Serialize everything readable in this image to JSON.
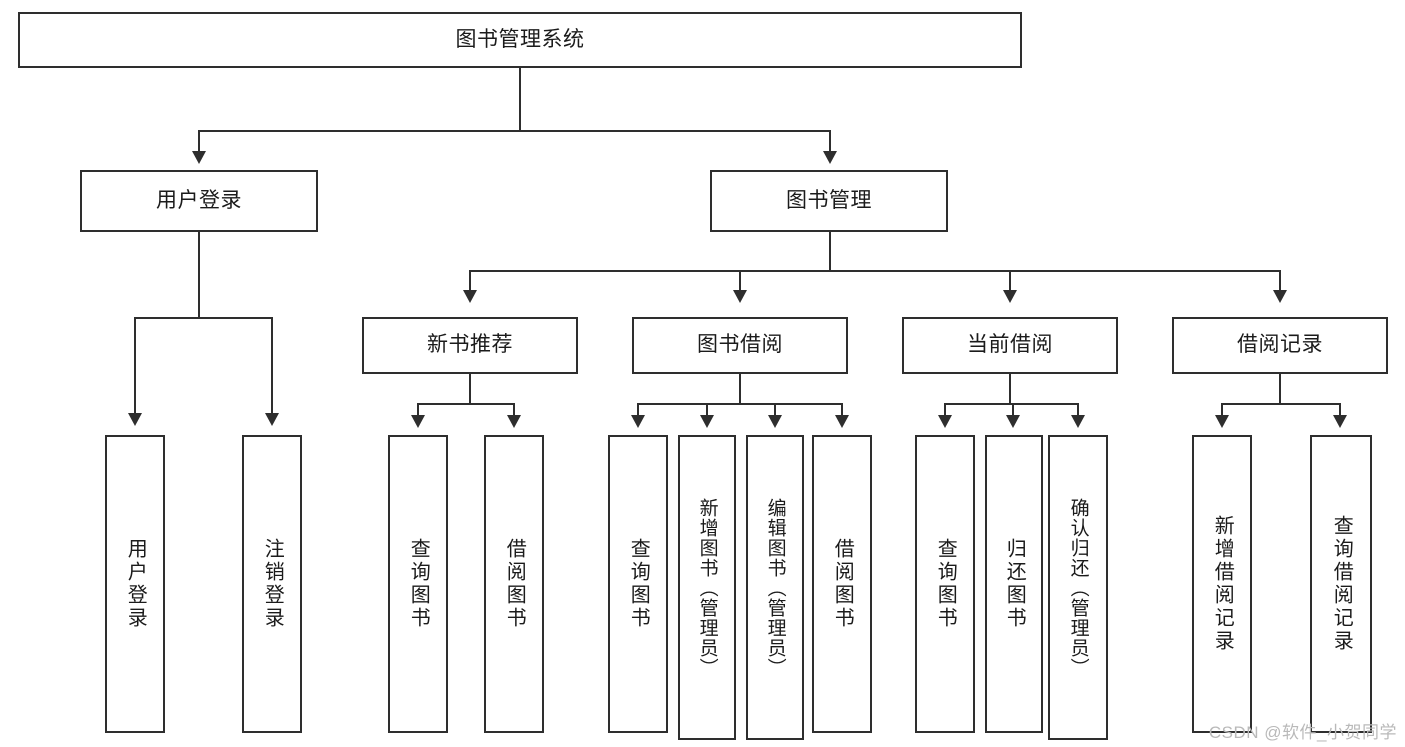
{
  "diagram": {
    "title": "图书管理系统",
    "watermark": "CSDN @软件_小贺同学",
    "levels": {
      "root": {
        "label": "图书管理系统"
      },
      "level2": [
        {
          "label": "用户登录"
        },
        {
          "label": "图书管理"
        }
      ],
      "level3": [
        {
          "label": "新书推荐"
        },
        {
          "label": "图书借阅"
        },
        {
          "label": "当前借阅"
        },
        {
          "label": "借阅记录"
        }
      ],
      "leaves": {
        "user_login": [
          {
            "label": "用户登录"
          },
          {
            "label": "注销登录"
          }
        ],
        "new_book_recommend": [
          {
            "label": "查询图书"
          },
          {
            "label": "借阅图书"
          }
        ],
        "book_borrow": [
          {
            "label": "查询图书"
          },
          {
            "label": "新增图书（管理员）"
          },
          {
            "label": "编辑图书（管理员）"
          },
          {
            "label": "借阅图书"
          }
        ],
        "current_borrow": [
          {
            "label": "查询图书"
          },
          {
            "label": "归还图书"
          },
          {
            "label": "确认归还（管理员）"
          }
        ],
        "borrow_record": [
          {
            "label": "新增借阅记录"
          },
          {
            "label": "查询借阅记录"
          }
        ]
      }
    },
    "colors": {
      "stroke": "#2e2e2e",
      "fill": "#ffffff",
      "text": "#1b1b1b",
      "watermark": "#b9b9b9"
    }
  }
}
